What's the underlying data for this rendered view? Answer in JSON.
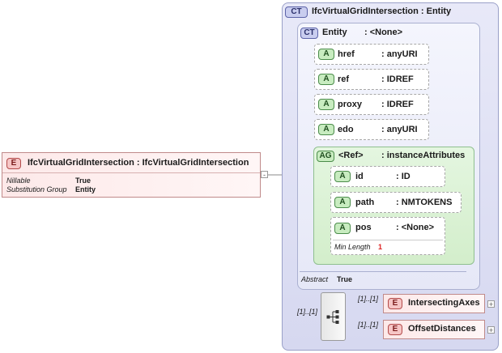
{
  "root": {
    "badge": "E",
    "name": "IfcVirtualGridIntersection : IfcVirtualGridIntersection",
    "props": [
      {
        "label": "Nillable",
        "value": "True"
      },
      {
        "label": "Substitution Group",
        "value": "Entity"
      }
    ],
    "expander": "-"
  },
  "complex_type": {
    "badge": "CT",
    "name": "IfcVirtualGridIntersection : Entity",
    "base": {
      "badge": "CT",
      "name": "Entity",
      "type": ": <None>",
      "attributes": [
        {
          "badge": "A",
          "name": "href",
          "type": ": anyURI"
        },
        {
          "badge": "A",
          "name": "ref",
          "type": ": IDREF"
        },
        {
          "badge": "A",
          "name": "proxy",
          "type": ": IDREF"
        },
        {
          "badge": "A",
          "name": "edo",
          "type": ": anyURI"
        }
      ],
      "attribute_group": {
        "badge": "AG",
        "name": "<Ref>",
        "type": ": instanceAttributes",
        "attributes": [
          {
            "badge": "A",
            "name": "id",
            "type": ": ID"
          },
          {
            "badge": "A",
            "name": "path",
            "type": ": NMTOKENS"
          },
          {
            "badge": "A",
            "name": "pos",
            "type": ": <None>",
            "facet_label": "Min Length",
            "facet_value": "1"
          }
        ]
      },
      "abstract_label": "Abstract",
      "abstract_value": "True"
    },
    "sequence_cardinality": "[1]..[1]",
    "children": [
      {
        "badge": "E",
        "name": "IntersectingAxes",
        "cardinality": "[1]..[1]",
        "expander": "+"
      },
      {
        "badge": "E",
        "name": "OffsetDistances",
        "cardinality": "[1]..[1]",
        "expander": "+"
      }
    ]
  }
}
